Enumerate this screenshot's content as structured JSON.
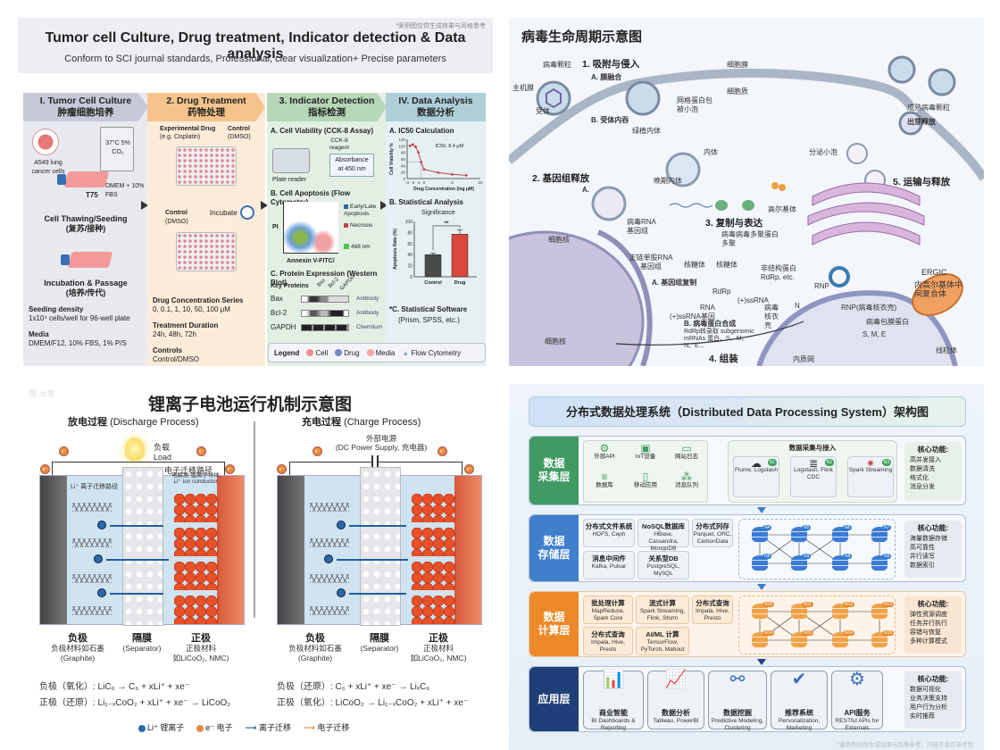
{
  "tumor": {
    "note": "*案例图仅供生成效果与风格参考",
    "title": "Tumor cell Culture, Drug treatment, Indicator detection & Data analysis",
    "subtitle": "Conform to SCI journal standards, Professional, clear visualization+ Precise parameters",
    "columns": [
      {
        "title": "I. Tumor Cell Culture",
        "title_cn": "肿瘤细胞培养"
      },
      {
        "title": "2. Drug Treatment",
        "title_cn": "药物处理"
      },
      {
        "title": "3. Indicator Detection",
        "title_cn": "指标检测"
      },
      {
        "title": "IV. Data Analysis",
        "title_cn": "数据分析"
      }
    ],
    "culture": {
      "cells": "A549 lung cancer cells",
      "incubator": "37°C 5% CO₂",
      "media": "DMEM + 10% FBS",
      "flask": "T75",
      "step1": "Cell Thawing/Seeding",
      "step1_cn": "(复苏/接种)",
      "step2": "Incubation & Passage",
      "step2_cn": "(培养/传代)",
      "bullets": [
        {
          "head": "Seeding density",
          "text": "1x10⁴ cells/well for 96-well plate"
        },
        {
          "head": "Media",
          "text": "DMEM/F12, 10% FBS, 1% P/S"
        }
      ]
    },
    "drug": {
      "exp_drug": "Experimental Drug",
      "exp_drug_eg": "(e.g. Cisplatin)",
      "control": "Control",
      "control_sub": "(DMSO)",
      "incubate": "Incubate",
      "bullets": [
        {
          "head": "Drug Concentration Series",
          "text": "0, 0.1, 1, 10, 50, 100 μM"
        },
        {
          "head": "Treatment Duration",
          "text": "24h, 48h, 72h"
        },
        {
          "head": "Controls",
          "text": "Control/DMSO"
        }
      ]
    },
    "detection": {
      "a_title": "A. Cell Viability (CCK-8 Assay)",
      "reagent": "CCK-8 reagent",
      "absorbance": "Absorbance at 450 nm",
      "reader": "Plate reader",
      "b_title": "B. Cell Apoptosis (Flow Cytometry)",
      "flow_legend": [
        "Early/Late Apoptosis",
        "Necrosis",
        "488 nm"
      ],
      "flow_xlabel": "Annexin V-FITC/",
      "flow_ylabel": "PI",
      "c_title": "C. Protein Expression (Western Blot)",
      "key_proteins": "Key Proteins",
      "lanes": [
        "Bax",
        "Bcl-2",
        "GAPDH"
      ],
      "rows": [
        {
          "name": "Bax",
          "tag": "Antibody"
        },
        {
          "name": "Bcl-2",
          "tag": "Antibody"
        },
        {
          "name": "GAPDH",
          "tag": "Chemilum"
        }
      ]
    },
    "analysis": {
      "a_title": "A. IC50 Calculation",
      "ic50_label": "IC50, 8.4 μM",
      "b_title": "B. Statistical Analysis",
      "significance": "Significance",
      "sig_mark": "**",
      "c_title": "*C. Statistical Software",
      "c_text": "(Prism, SPSS, etc.)"
    },
    "legend": {
      "title": "Legend",
      "items": [
        "Cell",
        "Drug",
        "Media",
        "Flow Cytometry"
      ]
    }
  },
  "chart_data": [
    {
      "type": "line",
      "title": "A. IC50 Calculation",
      "xlabel": "Drug Concentration (log μM)",
      "ylabel": "Cell Viability %",
      "x": [
        -2.5,
        -2,
        -1.5,
        -1,
        -0.5,
        0,
        2.5,
        5,
        7.5
      ],
      "y": [
        100,
        104,
        97,
        80,
        50,
        28,
        18,
        13,
        10
      ],
      "xlim": [
        -3,
        10
      ],
      "ylim": [
        0,
        120
      ],
      "xticks": [
        "-3",
        "-2",
        "-1",
        "0",
        "5",
        "10"
      ],
      "yticks": [
        "0",
        "20",
        "40",
        "60",
        "80",
        "100",
        "120"
      ],
      "annotation": "IC50, 8.4 μM"
    },
    {
      "type": "bar",
      "title": "Significance",
      "categories": [
        "Control",
        "Drug"
      ],
      "values": [
        40,
        77
      ],
      "errors": [
        3,
        8
      ],
      "ylabel": "Apoptosis Rate (%)",
      "ylim": [
        0,
        100
      ],
      "yticks": [
        "0",
        "20",
        "40",
        "60",
        "80",
        "100"
      ],
      "colors": [
        "#4a4a4a",
        "#d9463e"
      ]
    }
  ],
  "virus": {
    "title": "病毒生命周期示意图",
    "labels": {
      "particle": "病毒颗粒",
      "host_membrane": "主机膜",
      "receptor": "受体",
      "cell_membrane": "细胞膜",
      "cytoplasm": "细胞质",
      "clathrin": "网格蛋白包被小泡",
      "early_endo": "绿植内体",
      "endosome": "内体",
      "late_endo": "晚期内体",
      "mature": "成熟病毒颗粒",
      "budding": "出芽释放",
      "secretory": "分泌小泡",
      "golgi": "高尔基体",
      "ergic": "ERGIC",
      "ergic_cn": "内高尔基体中间复合体",
      "rna_genome": "病毒RNA基因组",
      "nucleus_top": "细胞核",
      "nucleus": "细胞核",
      "ss_rna": "正链单股RNA基因组",
      "ribosome1": "核糖体",
      "ribosome2": "核糖体",
      "poly": "病毒多聚",
      "polyprotein": "病毒多聚蛋白",
      "nsp": "非结构蛋白 RdRp, etc.",
      "rdrp": "RdRp",
      "ssrna": "(+)ssRNA",
      "rna": "RNA",
      "ssrna_gene": "(+)ssRNA基因",
      "nucleocapsid": "病毒核衣壳",
      "n": "N",
      "rnp": "RNP",
      "rnp_full": "RNP(病毒核衣壳)",
      "envelope": "病毒包膜蛋白",
      "sme": "S, M, E",
      "mito": "线粒体",
      "er": "内质网",
      "sub_a": "A.",
      "rep": "A. 基因组复制",
      "syn": "B. 病毒蛋白合成",
      "syn_text": "RdRp转录取 subgenomic mRNAs 蛋白、S、M、N、E..."
    },
    "steps": {
      "s1": "1. 吸附与侵入",
      "s1a": "A. 膜融合",
      "s1b": "B. 受体内吞",
      "s2": "2. 基因组释放",
      "s3": "3. 复制与表达",
      "s4": "4. 组装",
      "s5": "5. 运输与释放"
    }
  },
  "battery": {
    "ghost": "图 示意",
    "title": "锂离子电池运行机制示意图",
    "discharge": {
      "title_cn": "放电过程",
      "title_en": "(Discharge Process)",
      "load": "负载",
      "load_en": "Load",
      "e_path": "电子迁移路径",
      "li_path": "Li⁺ 离子迁移路径",
      "electrolyte": "电解质 锂离子导体 Li⁺ ion conductor",
      "eq1": "负极（氧化）: LiC₆ → C₆ + xLi⁺ + xe⁻",
      "eq2": "正极（还原）: Li₁₋ₓCoO₂ + xLi⁺ + xe⁻ → LiCoO₂"
    },
    "charge": {
      "title_cn": "充电过程",
      "title_en": "(Charge Process)",
      "supply": "外部电源",
      "supply_en": "(DC Power Supply, 充电器)",
      "eq1": "负极（还原）: C₆ + xLi⁺ + xe⁻ → LiₓC₆",
      "eq2": "正极（氧化）: LiCoO₂ → Li₁₋ₓCoO₂ + xLi⁺ + xe⁻"
    },
    "materials": [
      {
        "head": "负极",
        "l1": "负极材料如石墨",
        "l2": "(Graphite)"
      },
      {
        "head": "隔膜",
        "l1": "(Separator)",
        "l2": ""
      },
      {
        "head": "正极",
        "l1": "正极材料",
        "l2": "如LiCoO₂, NMC)"
      }
    ],
    "legend": [
      "Li⁺ 锂离子",
      "e⁻ 电子",
      "离子迁移",
      "电子迁移"
    ]
  },
  "distributed": {
    "title": "分布式数据处理系统（Distributed Data Processing System）架构图",
    "core_title": "核心功能:",
    "layers": [
      {
        "label": "数据\n采集层",
        "color": "#3f9a63",
        "sources": [
          "外部API",
          "IoT设备",
          "网站日志",
          "数据库",
          "移动应用",
          "消息队列"
        ],
        "pipeline_title": "数据采集与接入",
        "pipeline": [
          {
            "name": "Flume, Logstash",
            "badge": "N1"
          },
          {
            "name": "Logstash, Flink CDC",
            "badge": "N2"
          },
          {
            "name": "Spark Streaming",
            "badge": "N3"
          }
        ],
        "core": [
          "高并发接入",
          "数据清洗",
          "格式化",
          "消息分发"
        ]
      },
      {
        "label": "数据\n存储层",
        "color": "#3f7fcc",
        "boxes": [
          {
            "title": "分布式文件系统",
            "text": "HDFS, Ceph"
          },
          {
            "title": "NoSQL数据库",
            "text": "HBase, Cassandra, MongoDB"
          },
          {
            "title": "分布式列存",
            "text": "Parquet, ORC, CarbonData"
          },
          {
            "title": "消息中间件",
            "text": "Kafka, Pulsar"
          },
          {
            "title": "关系型DB",
            "text": "PostgreSQL, MySQL"
          }
        ],
        "nodes": [
          "N4",
          "N5",
          "N6",
          "N7",
          "N8",
          "N9",
          "N8",
          "N9"
        ],
        "core": [
          "海量数据存储",
          "高可靠性",
          "并行读写",
          "数据索引"
        ]
      },
      {
        "label": "数据\n计算层",
        "color": "#ec8a2a",
        "boxes": [
          {
            "title": "批处理计算",
            "text": "MapReduce, Spark Core"
          },
          {
            "title": "流式计算",
            "text": "Spark Streaming, Flink, Storm"
          },
          {
            "title": "分布式查询",
            "text": "Impala, Hive, Presto"
          },
          {
            "title": "分布式查询",
            "text": "Impala, Hive, Presto"
          },
          {
            "title": "AI/ML 计算",
            "text": "TensorFlow, PyTorch, Mahout"
          }
        ],
        "nodes": [
          "N10",
          "N11",
          "N12",
          "N13",
          "N14",
          "N15",
          "N14",
          "N15"
        ],
        "core": [
          "弹性资源调度",
          "任务并行执行",
          "容错与恢复",
          "多种计算模式"
        ]
      },
      {
        "label": "应用层",
        "color": "#1f3f78",
        "apps": [
          {
            "title": "商业智能",
            "text": "BI Dashboards & Reporting",
            "icon": "presentation-icon"
          },
          {
            "title": "数据分析",
            "text": "Tableau, PowerBI",
            "icon": "dashboard-icon"
          },
          {
            "title": "数据挖掘",
            "text": "Predictive Modeling, Clustering",
            "icon": "network-icon"
          },
          {
            "title": "推荐系统",
            "text": "Personalization, Marketing",
            "icon": "recommend-icon"
          },
          {
            "title": "API服务",
            "text": "RESTful APIs for Externals",
            "icon": "api-gear-icon"
          }
        ],
        "core": [
          "数据可视化",
          "业务决策支持",
          "用户行为分析",
          "实时推荐"
        ]
      }
    ],
    "note": "*案例图仅供生成效果与风格参考，内容不具有参考性"
  }
}
